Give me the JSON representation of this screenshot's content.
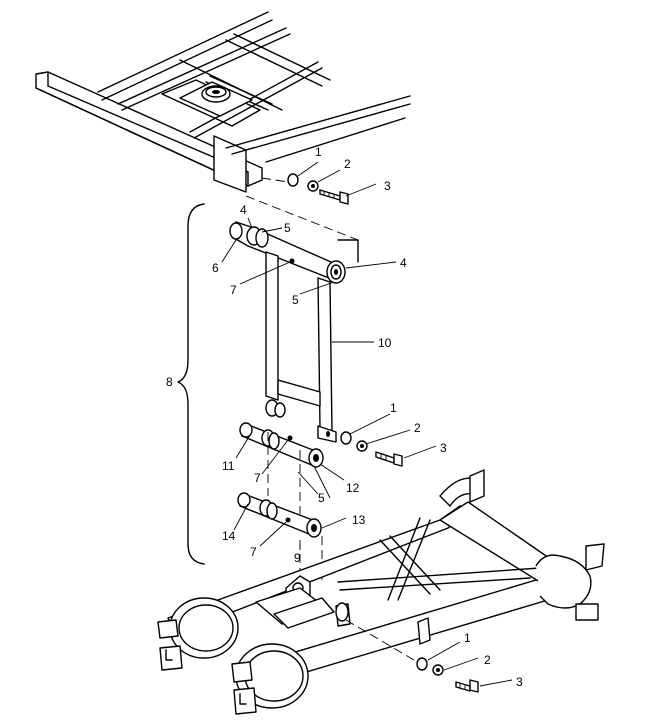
{
  "callouts": [
    {
      "id": "c1a",
      "text": "1"
    },
    {
      "id": "c2a",
      "text": "2"
    },
    {
      "id": "c3a",
      "text": "3"
    },
    {
      "id": "c4a",
      "text": "4"
    },
    {
      "id": "c5a",
      "text": "5"
    },
    {
      "id": "c6",
      "text": "6"
    },
    {
      "id": "c7a",
      "text": "7"
    },
    {
      "id": "c4b",
      "text": "4"
    },
    {
      "id": "c5b",
      "text": "5"
    },
    {
      "id": "c10",
      "text": "10"
    },
    {
      "id": "c8",
      "text": "8"
    },
    {
      "id": "c1b",
      "text": "1"
    },
    {
      "id": "c2b",
      "text": "2"
    },
    {
      "id": "c3b",
      "text": "3"
    },
    {
      "id": "c11",
      "text": "11"
    },
    {
      "id": "c7b",
      "text": "7"
    },
    {
      "id": "c12",
      "text": "12"
    },
    {
      "id": "c5c",
      "text": "5"
    },
    {
      "id": "c14",
      "text": "14"
    },
    {
      "id": "c13",
      "text": "13"
    },
    {
      "id": "c7c",
      "text": "7"
    },
    {
      "id": "c9",
      "text": "9"
    },
    {
      "id": "c1c",
      "text": "1"
    },
    {
      "id": "c2c",
      "text": "2"
    },
    {
      "id": "c3c",
      "text": "3"
    }
  ]
}
